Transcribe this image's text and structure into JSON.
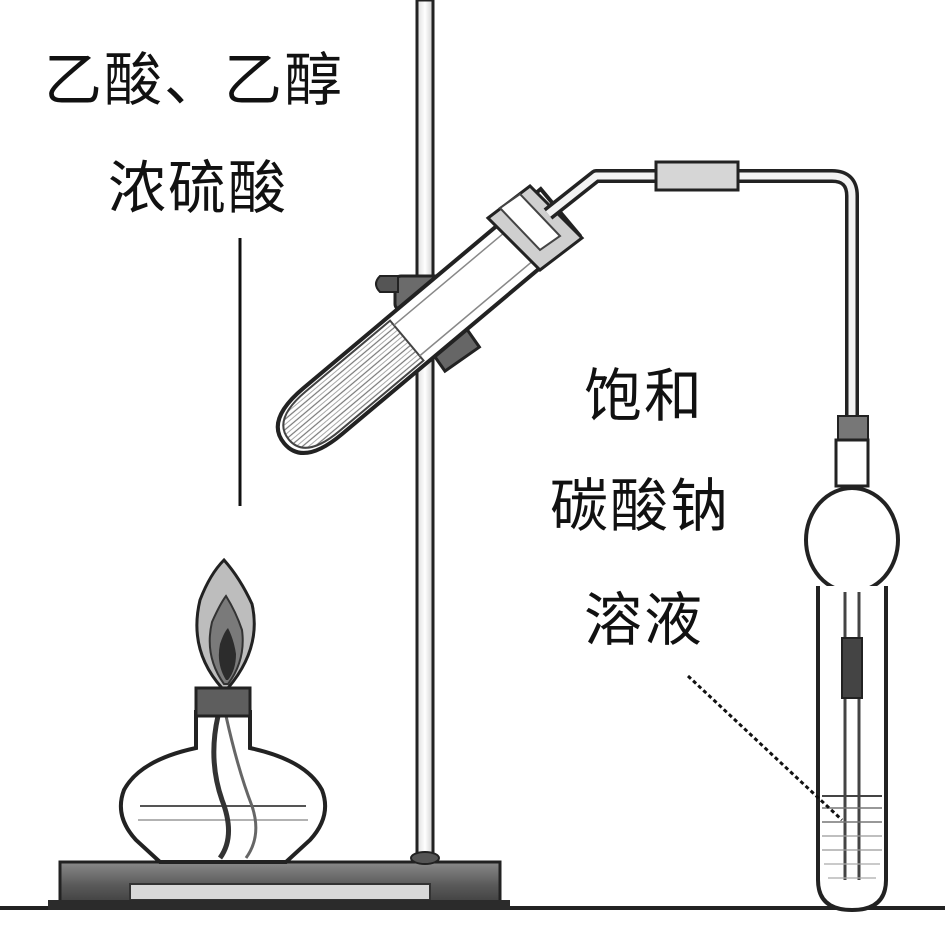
{
  "labels": {
    "reactants_line1": "乙酸、乙醇",
    "reactants_line2": "浓硫酸",
    "solution_line1": "饱和",
    "solution_line2": "碳酸钠",
    "solution_line3": "溶液"
  }
}
